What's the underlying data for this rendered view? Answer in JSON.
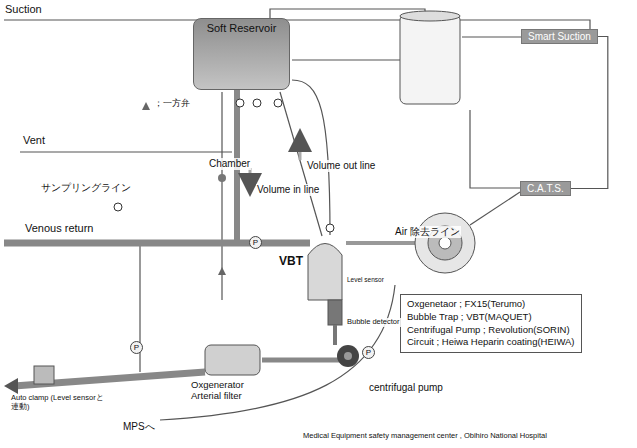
{
  "diagram": {
    "nodes": [
      {
        "text": [
          "Soft Reservoir"
        ]
      },
      {
        "text": [
          "Smart Suction"
        ]
      },
      {
        "text": [
          "C.A.T.S."
        ]
      },
      {
        "text": [
          "Oxgenetaor ; FX15(Terumo)",
          "Bubble Trap ; VBT(MAQUET)",
          "Centrifugal Pump ; Revolution(SORIN)",
          "Circuit ; Heiwa Heparin coating(HEIWA)"
        ]
      },
      {
        "text": [
          "P"
        ]
      },
      {
        "text": [
          "P"
        ]
      },
      {
        "text": [
          "P"
        ]
      }
    ],
    "edges": [
      {
        "from": 1,
        "to": 2,
        "arrow": "none"
      }
    ],
    "labels": [
      "Suction",
      "；一方弁",
      "Vent",
      "Chamber",
      "サンプリングライン",
      "Volume out line",
      "Volume in line",
      "Venous return",
      "VBT",
      "Air 除去ライン",
      "Level sensor",
      "Bubble detector",
      "centrifugal pump",
      "Oxgenerator Arterial filter",
      "Auto clamp (Level sensorと連動)",
      "MPSへ",
      "Medical Equipment safety management center , Obihiro National Hospital"
    ]
  }
}
